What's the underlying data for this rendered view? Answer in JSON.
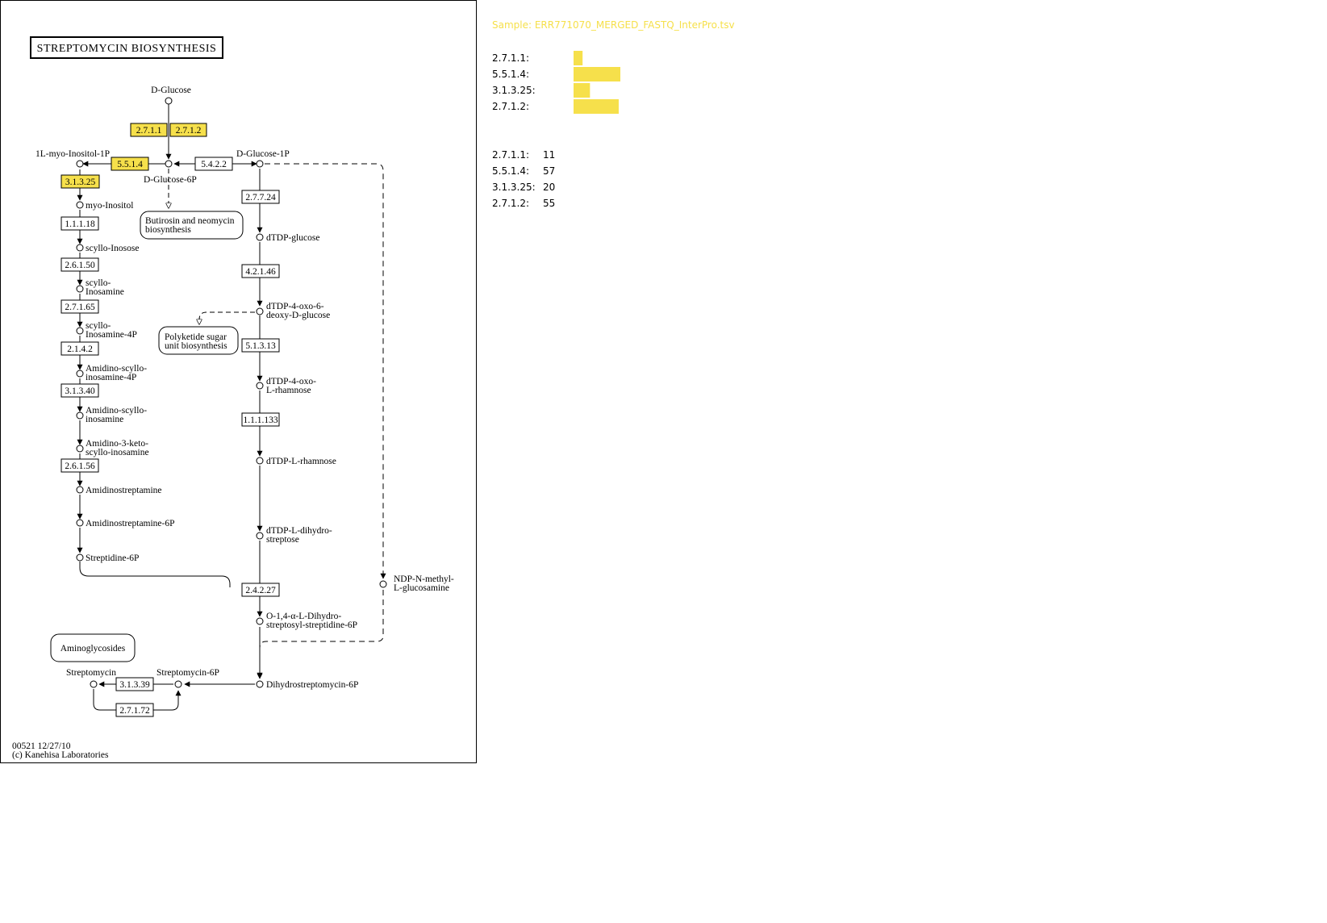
{
  "map": {
    "title": "STREPTOMYCIN BIOSYNTHESIS",
    "footer_id": "00521 12/27/10",
    "footer_copyright": "(c) Kanehisa Laboratories",
    "colors": {
      "highlight": "#f6e04b",
      "line": "#000000",
      "background": "#ffffff"
    },
    "compounds": {
      "d_glucose": "D-Glucose",
      "myo_inositol_1p": "1L-myo-Inositol-1P",
      "d_glucose_6p": "D-Glucose-6P",
      "d_glucose_1p": "D-Glucose-1P",
      "myo_inositol": "myo-Inositol",
      "scyllo_inosose": "scyllo-Inosose",
      "scyllo_inosamine_1": "scyllo-",
      "scyllo_inosamine_2": "Inosamine",
      "scyllo_inosamine_4p_1": "scyllo-",
      "scyllo_inosamine_4p_2": "Inosamine-4P",
      "amidino_si4p_1": "Amidino-scyllo-",
      "amidino_si4p_2": "inosamine-4P",
      "amidino_si_1": "Amidino-scyllo-",
      "amidino_si_2": "inosamine",
      "amidino_keto_1": "Amidino-3-keto-",
      "amidino_keto_2": "scyllo-inosamine",
      "amidinostreptamine": "Amidinostreptamine",
      "amidinostreptamine_6p": "Amidinostreptamine-6P",
      "streptidine_6p": "Streptidine-6P",
      "dtdp_glucose": "dTDP-glucose",
      "dtdp_4oxo6_1": "dTDP-4-oxo-6-",
      "dtdp_4oxo6_2": "deoxy-D-glucose",
      "dtdp_4oxo_rham_1": "dTDP-4-oxo-",
      "dtdp_4oxo_rham_2": "L-rhamnose",
      "dtdp_l_rhamnose": "dTDP-L-rhamnose",
      "dtdp_dihydro_1": "dTDP-L-dihydro-",
      "dtdp_dihydro_2": "streptose",
      "ndp_n_methyl_1": "NDP-N-methyl-",
      "ndp_n_methyl_2": "L-glucosamine",
      "o14_1": "O-1,4-α-L-Dihydro-",
      "o14_2": "streptosyl-streptidine-6P",
      "dihydrostreptomycin_6p": "Dihydrostreptomycin-6P",
      "streptomycin": "Streptomycin",
      "streptomycin_6p": "Streptomycin-6P"
    },
    "enzymes": {
      "ec_2711": "2.7.1.1",
      "ec_2712": "2.7.1.2",
      "ec_5514": "5.5.1.4",
      "ec_5422": "5.4.2.2",
      "ec_31325": "3.1.3.25",
      "ec_27724": "2.7.7.24",
      "ec_11118": "1.1.1.18",
      "ec_26150": "2.6.1.50",
      "ec_42146": "4.2.1.46",
      "ec_27165": "2.7.1.65",
      "ec_51313": "5.1.3.13",
      "ec_2142": "2.1.4.2",
      "ec_31340": "3.1.3.40",
      "ec_111133": "1.1.1.133",
      "ec_26156": "2.6.1.56",
      "ec_24227": "2.4.2.27",
      "ec_31339": "3.1.3.39",
      "ec_27172": "2.7.1.72"
    },
    "pathways": {
      "butirosin_1": "Butirosin and neomycin",
      "butirosin_2": "biosynthesis",
      "polyketide_1": "Polyketide sugar",
      "polyketide_2": "unit biosynthesis",
      "aminoglycosides": "Aminoglycosides"
    }
  },
  "sidebar": {
    "sample_label": "Sample: ERR771070_MERGED_FASTQ_InterPro.tsv",
    "sample_color": "#f6e04b",
    "bar_color": "#f6e04b",
    "bars": [
      {
        "label": "2.7.1.1:",
        "value": 11
      },
      {
        "label": "5.5.1.4:",
        "value": 57
      },
      {
        "label": "3.1.3.25:",
        "value": 20
      },
      {
        "label": "2.7.1.2:",
        "value": 55
      }
    ],
    "counts": [
      {
        "label": "2.7.1.1:",
        "value": "11"
      },
      {
        "label": "5.5.1.4:",
        "value": "57"
      },
      {
        "label": "3.1.3.25:",
        "value": "20"
      },
      {
        "label": "2.7.1.2:",
        "value": "55"
      }
    ]
  }
}
